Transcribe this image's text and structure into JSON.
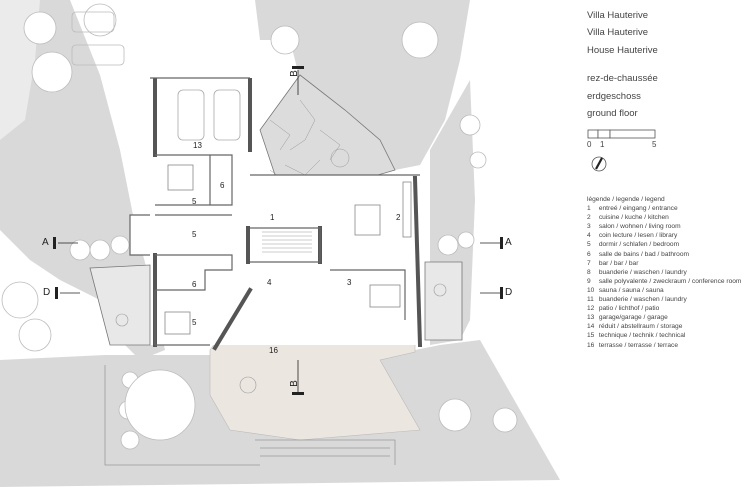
{
  "titles": [
    "Villa Hauterive",
    "Villa Hauterive",
    "House Hauterive"
  ],
  "floor_names": [
    "rez-de-chaussée",
    "erdgeschoss",
    "ground floor"
  ],
  "scale": {
    "zero": "0",
    "one": "1",
    "five": "5"
  },
  "legend_title": "légende / legende / legend",
  "legend": [
    {
      "n": "1",
      "text": "entreé / eingang / entrance"
    },
    {
      "n": "2",
      "text": "cuisine / kuche / kitchen"
    },
    {
      "n": "3",
      "text": "salon / wohnen / living room"
    },
    {
      "n": "4",
      "text": "coin lecture / lesen / library"
    },
    {
      "n": "5",
      "text": "dormir / schlafen / bedroom"
    },
    {
      "n": "6",
      "text": "salle de bains / bad / bathroom"
    },
    {
      "n": "7",
      "text": "bar / bar / bar"
    },
    {
      "n": "8",
      "text": "buanderie / waschen / laundry"
    },
    {
      "n": "9",
      "text": "salle polyvalente / zweckraum / conference room"
    },
    {
      "n": "10",
      "text": "sauna / sauna / sauna"
    },
    {
      "n": "11",
      "text": "buanderie / waschen / laundry"
    },
    {
      "n": "12",
      "text": "patio / lichthof / patio"
    },
    {
      "n": "13",
      "text": "garage/garage / garage"
    },
    {
      "n": "14",
      "text": "réduit / abstellraum / storage"
    },
    {
      "n": "15",
      "text": "technique / technik / technical"
    },
    {
      "n": "16",
      "text": "terrasse / terrasse / terrace"
    }
  ],
  "room_labels": {
    "r1": "1",
    "r2": "2",
    "r3": "3",
    "r4": "4",
    "r5a": "5",
    "r5b": "5",
    "r5c": "5",
    "r6a": "6",
    "r6b": "6",
    "r13": "13",
    "r16": "16"
  },
  "section_marks": {
    "a_left": "A",
    "a_right": "A",
    "d_left": "D",
    "d_right": "D",
    "b_top": "B",
    "b_bottom": "B"
  }
}
